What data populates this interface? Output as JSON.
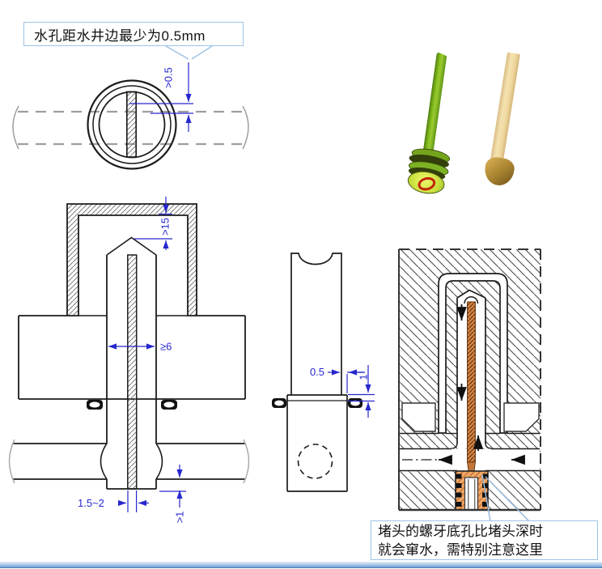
{
  "callouts": {
    "water_hole_note": {
      "text": "水孔距水井边最少为0.5mm"
    },
    "plug_note": {
      "line1": "堵头的螺牙底孔比堵头深时",
      "line2": "就会窜水，需特别注意这里"
    }
  },
  "dimensions": {
    "hole_to_well_edge": ">0.5",
    "well_tip_depth": ">15",
    "well_min_diameter": "≥6",
    "baffle_thickness": "1.5~2",
    "well_bottom_clearance": ">1",
    "baffle_step_offset": "0.5",
    "baffle_step_height": "1"
  },
  "figures": {
    "green_pin": "baffle-plug-3d-green",
    "brass_pin": "baffle-plug-3d-brass"
  },
  "colors": {
    "dimension_blue": "#2727cd",
    "callout_border": "#9dc3e6",
    "line_black": "#1c1c1c",
    "channel_gray": "#9e9e9e",
    "plug_orange": "#f0a868",
    "baffle_brown": "#d4874a",
    "green_pin": "#7cb224",
    "brass_pin": "#f0deae",
    "footer_bar": "#6b9bd2"
  }
}
